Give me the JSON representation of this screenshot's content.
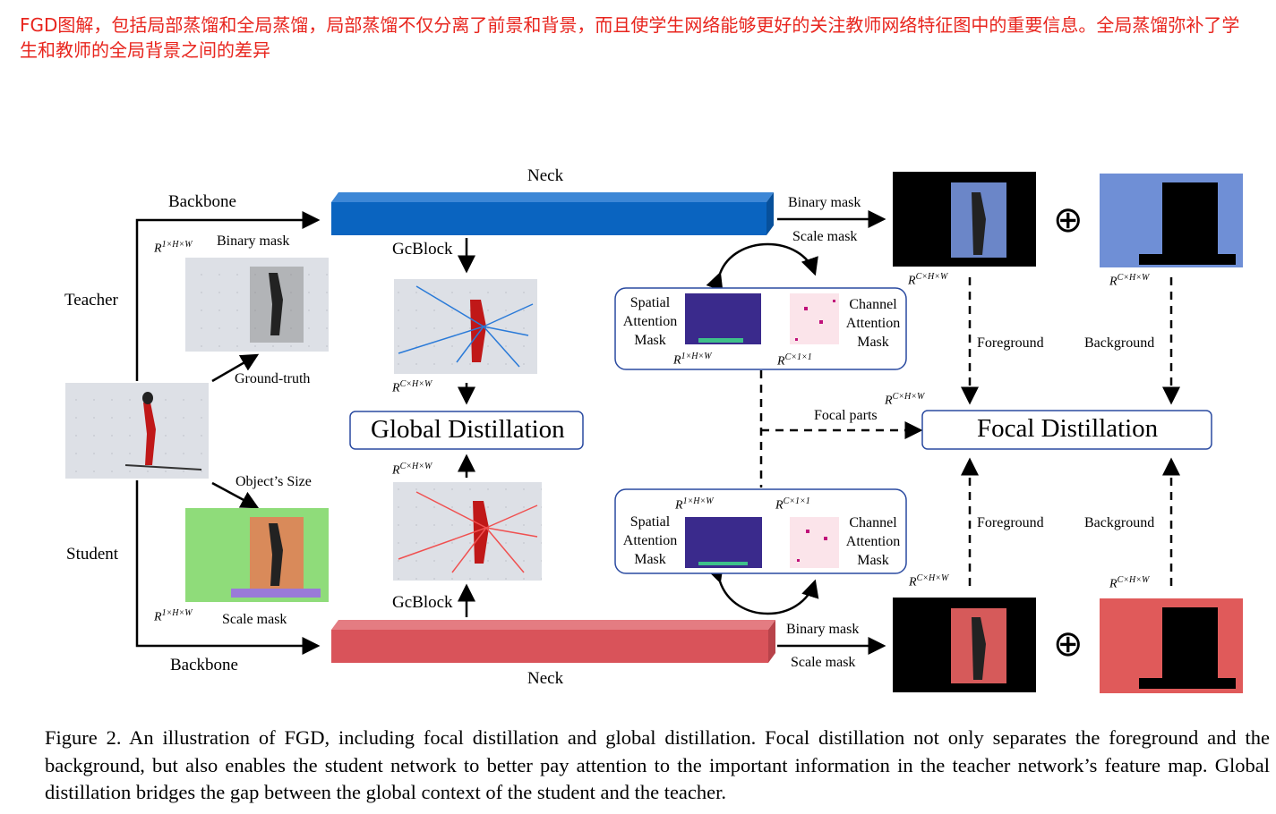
{
  "header_note": "FGD图解，包括局部蒸馏和全局蒸馏，局部蒸馏不仅分离了前景和背景，而且使学生网络能够更好的关注教师网络特征图中的重要信息。全局蒸馏弥补了学生和教师的全局背景之间的差异",
  "labels": {
    "neck_top": "Neck",
    "neck_bottom": "Neck",
    "backbone_top": "Backbone",
    "backbone_bottom": "Backbone",
    "teacher": "Teacher",
    "student": "Student",
    "binary_mask_left": "Binary mask",
    "scale_mask_left": "Scale mask",
    "ground_truth": "Ground-truth",
    "objects_size": "Object’s Size",
    "gcblock_top": "GcBlock",
    "gcblock_bottom": "GcBlock",
    "global_distillation": "Global Distillation",
    "focal_distillation": "Focal Distillation",
    "focal_parts": "Focal parts",
    "binary_mask_top": "Binary mask",
    "scale_mask_top": "Scale mask",
    "binary_mask_bottom": "Binary mask",
    "scale_mask_bottom": "Scale mask",
    "spatial_attention_mask": "Spatial Attention Mask",
    "channel_attention_mask": "Channel Attention Mask",
    "foreground": "Foreground",
    "background": "Background",
    "oplus": "⊕"
  },
  "math": {
    "r1hw": "1×H×W",
    "rchw": "C×H×W",
    "rc11": "C×1×1",
    "R": "R"
  },
  "colors": {
    "teacher": "#0a64c0",
    "student": "#d9535a",
    "note": "#e8251e"
  },
  "caption": "Figure 2. An illustration of FGD, including focal distillation and global distillation. Focal distillation not only separates the foreground and the background, but also enables the student network to better pay attention to the important information in the teacher network’s feature map. Global distillation bridges the gap between the global context of the student and the teacher."
}
